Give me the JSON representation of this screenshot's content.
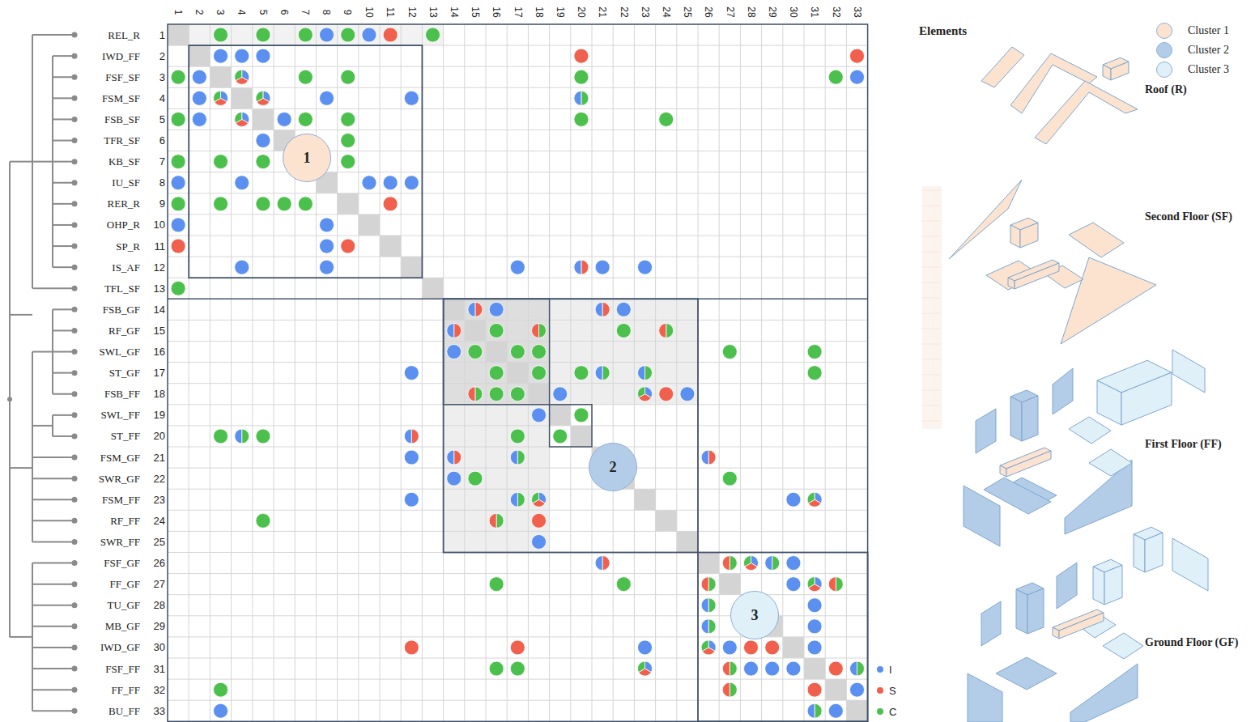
{
  "diagram": {
    "nodes": [
      {
        "text": [
          "1"
        ]
      },
      {
        "text": [
          "2"
        ]
      },
      {
        "text": [
          "3"
        ]
      }
    ],
    "labels": [
      "Elements",
      "Roof (R)",
      "Second Floor (SF)",
      "First Floor (FF)",
      "Ground Floor (GF)",
      "REL_R",
      "IWD_FF",
      "FSF_SF",
      "FSM_SF",
      "FSB_SF",
      "TFR_SF",
      "KB_SF",
      "IU_SF",
      "RER_R",
      "OHP_R",
      "SP_R",
      "IS_AF",
      "TFL_SF",
      "FSB_GF",
      "RF_GF",
      "SWL_GF",
      "ST_GF",
      "FSB_FF",
      "SWL_FF",
      "ST_FF",
      "FSM_GF",
      "SWR_GF",
      "FSM_FF",
      "RF_FF",
      "SWR_FF",
      "FSF_GF",
      "FF_GF",
      "TU_GF",
      "MB_GF",
      "IWD_GF",
      "FSF_FF",
      "FF_FF",
      "BU_FF",
      "1",
      "2",
      "3",
      "4",
      "5",
      "6",
      "7",
      "8",
      "9",
      "10",
      "11",
      "12",
      "13",
      "14",
      "15",
      "16",
      "17",
      "18",
      "19",
      "20",
      "21",
      "22",
      "23",
      "24",
      "25",
      "26",
      "27",
      "28",
      "29",
      "30",
      "31",
      "32",
      "33",
      "1",
      "2",
      "3",
      "4",
      "5",
      "6",
      "7",
      "8",
      "9",
      "10",
      "11",
      "12",
      "13",
      "14",
      "15",
      "16",
      "17",
      "18",
      "19",
      "20",
      "21",
      "22",
      "23",
      "24",
      "25",
      "26",
      "27",
      "28",
      "29",
      "30",
      "31",
      "32",
      "33"
    ],
    "legend": [
      {
        "text": "Cluster 1",
        "color": "#fbe3d0"
      },
      {
        "text": "Cluster 2",
        "color": "#b3cde8"
      },
      {
        "text": "Cluster 3",
        "color": "#dff0f8"
      },
      {
        "text": "I",
        "color": "#5b8ff0"
      },
      {
        "text": "S",
        "color": "#f0604c"
      },
      {
        "text": "C",
        "color": "#4cc04c"
      }
    ]
  }
}
